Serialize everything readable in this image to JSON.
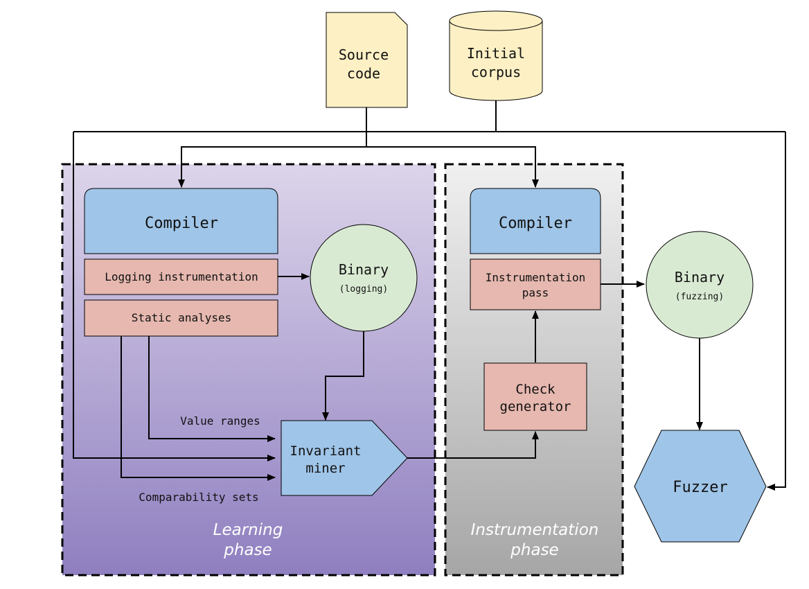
{
  "inputs": {
    "source_code": {
      "line1": "Source",
      "line2": "code"
    },
    "initial_corpus": {
      "line1": "Initial",
      "line2": "corpus"
    }
  },
  "learning_phase": {
    "label_line1": "Learning",
    "label_line2": "phase",
    "compiler": "Compiler",
    "logging_instrumentation": "Logging instrumentation",
    "static_analyses": "Static analyses",
    "binary": {
      "title": "Binary",
      "subtitle": "(logging)"
    },
    "invariant_miner": {
      "line1": "Invariant",
      "line2": "miner"
    },
    "edge_labels": {
      "value_ranges": "Value ranges",
      "comparability_sets": "Comparability sets"
    }
  },
  "instrumentation_phase": {
    "label_line1": "Instrumentation",
    "label_line2": "phase",
    "compiler": "Compiler",
    "instrumentation_pass": {
      "line1": "Instrumentation",
      "line2": "pass"
    },
    "check_generator": {
      "line1": "Check",
      "line2": "generator"
    }
  },
  "output": {
    "binary": {
      "title": "Binary",
      "subtitle": "(fuzzing)"
    },
    "fuzzer": "Fuzzer"
  },
  "colors": {
    "input_fill": "#fdf0c4",
    "compiler_fill": "#9fc5e8",
    "pass_fill": "#e6b8af",
    "binary_fill": "#d9ead3",
    "learning_bg_top": "#dcd4ea",
    "learning_bg_bottom": "#8f7fc0",
    "instr_bg_top": "#f0f0f0",
    "instr_bg_bottom": "#a6a6a6"
  }
}
